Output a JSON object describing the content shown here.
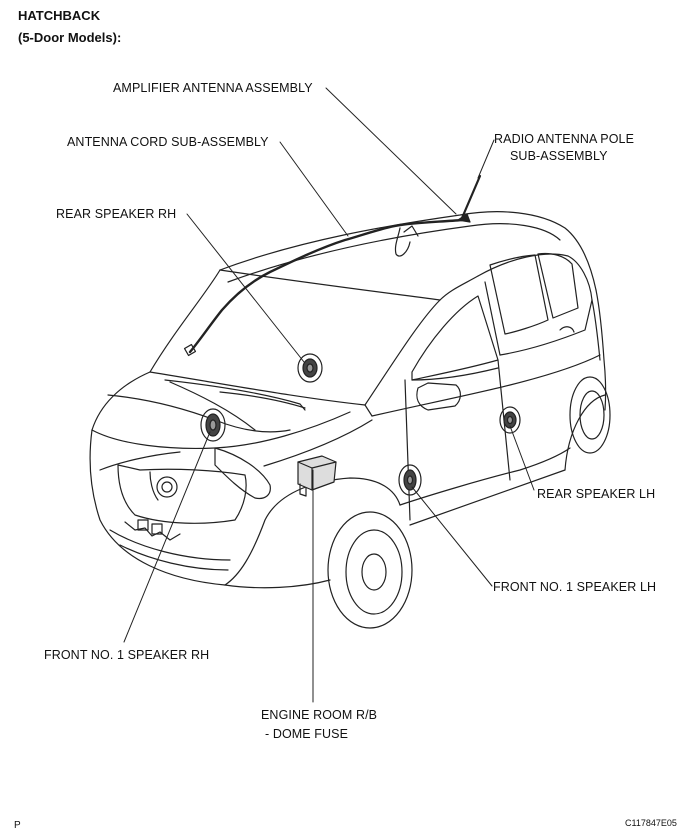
{
  "header": {
    "line1": "HATCHBACK",
    "line2": "(5-Door Models):"
  },
  "labels": {
    "amplifier_antenna": "AMPLIFIER ANTENNA ASSEMBLY",
    "antenna_cord": "ANTENNA CORD SUB-ASSEMBLY",
    "radio_antenna_1": "RADIO ANTENNA POLE",
    "radio_antenna_2": "SUB-ASSEMBLY",
    "rear_speaker_rh": "REAR SPEAKER RH",
    "rear_speaker_lh": "REAR SPEAKER LH",
    "front_speaker_lh": "FRONT NO. 1 SPEAKER LH",
    "front_speaker_rh": "FRONT NO. 1 SPEAKER RH",
    "engine_room_1": "ENGINE ROOM R/B",
    "engine_room_2": "- DOME FUSE"
  },
  "footer": {
    "page_mark": "P",
    "figure_code": "C117847E05"
  }
}
